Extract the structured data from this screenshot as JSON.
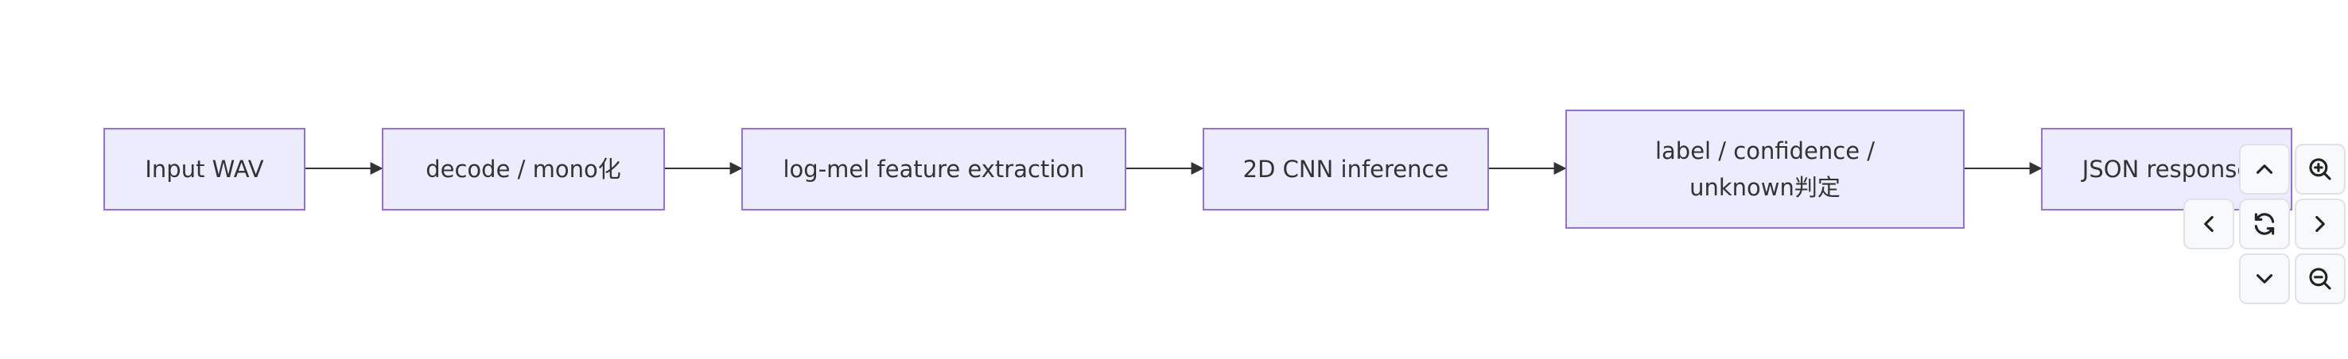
{
  "diagram": {
    "nodes": [
      {
        "id": "n1",
        "label": "Input WAV"
      },
      {
        "id": "n2",
        "label": "decode / mono化"
      },
      {
        "id": "n3",
        "label": "log-mel feature extraction"
      },
      {
        "id": "n4",
        "label": "2D CNN inference"
      },
      {
        "id": "n5",
        "label": "label / confidence / unknown判定"
      },
      {
        "id": "n6",
        "label": "JSON response"
      }
    ],
    "edges": [
      {
        "from": "n1",
        "to": "n2"
      },
      {
        "from": "n2",
        "to": "n3"
      },
      {
        "from": "n3",
        "to": "n4"
      },
      {
        "from": "n4",
        "to": "n5"
      },
      {
        "from": "n5",
        "to": "n6"
      }
    ]
  },
  "controls": {
    "pan_up_icon": "chevron-up-icon",
    "zoom_in_icon": "zoom-in-icon",
    "pan_left_icon": "chevron-left-icon",
    "reset_icon": "refresh-icon",
    "pan_right_icon": "chevron-right-icon",
    "pan_down_icon": "chevron-down-icon",
    "zoom_out_icon": "zoom-out-icon"
  },
  "colors": {
    "node_fill": "#ececff",
    "node_border": "#9370db",
    "edge": "#333333",
    "control_bg": "#f8f9fa"
  }
}
